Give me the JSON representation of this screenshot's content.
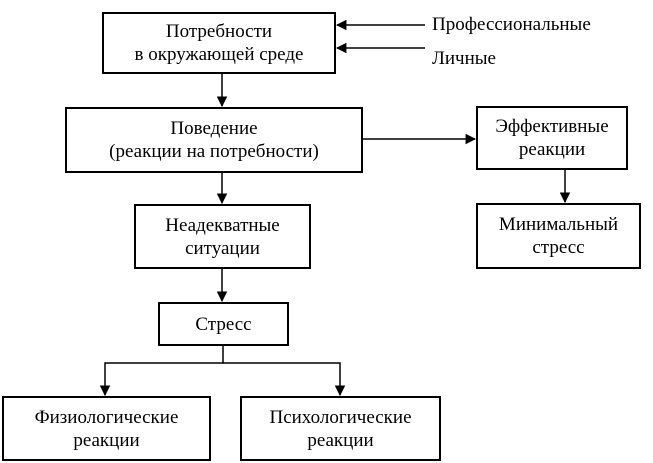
{
  "diagram": {
    "nodes": {
      "needs": {
        "lines": [
          "Потребности",
          "в окружающей среде"
        ]
      },
      "behavior": {
        "lines": [
          "Поведение",
          "(реакции на потребности)"
        ]
      },
      "effective": {
        "lines": [
          "Эффективные",
          "реакции"
        ]
      },
      "minimal_stress": {
        "lines": [
          "Минимальный",
          "стресс"
        ]
      },
      "inadequate": {
        "lines": [
          "Неадекватные",
          "ситуации"
        ]
      },
      "stress": {
        "lines": [
          "Стресс"
        ]
      },
      "physiological": {
        "lines": [
          "Физиологические",
          "реакции"
        ]
      },
      "psychological": {
        "lines": [
          "Психологические",
          "реакции"
        ]
      }
    },
    "inputs": {
      "professional": "Профессиональные",
      "personal": "Личные"
    },
    "edges": [
      {
        "from": "professional",
        "to": "needs"
      },
      {
        "from": "personal",
        "to": "needs"
      },
      {
        "from": "needs",
        "to": "behavior"
      },
      {
        "from": "behavior",
        "to": "effective"
      },
      {
        "from": "behavior",
        "to": "inadequate"
      },
      {
        "from": "effective",
        "to": "minimal_stress"
      },
      {
        "from": "inadequate",
        "to": "stress"
      },
      {
        "from": "stress",
        "to": "physiological"
      },
      {
        "from": "stress",
        "to": "psychological"
      }
    ]
  }
}
